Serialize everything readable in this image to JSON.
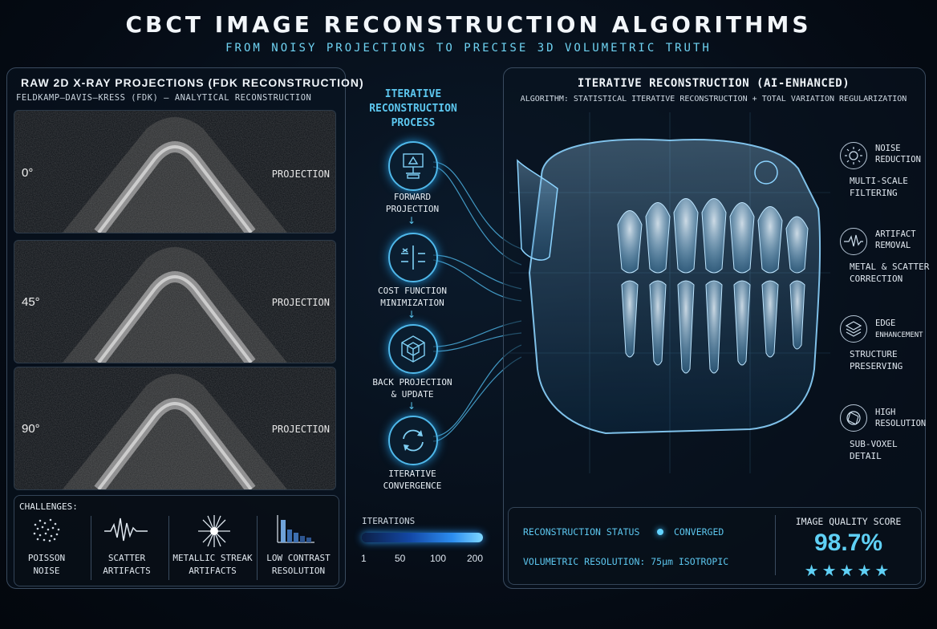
{
  "header": {
    "title": "CBCT IMAGE RECONSTRUCTION ALGORITHMS",
    "subtitle": "FROM NOISY PROJECTIONS TO PRECISE 3D VOLUMETRIC TRUTH"
  },
  "left": {
    "title": "RAW 2D X-RAY PROJECTIONS (FDK RECONSTRUCTION)",
    "subtitle": "FELDKAMP–DAVIS–KRESS (FDK) – ANALYTICAL RECONSTRUCTION",
    "projections": [
      {
        "angle": "0°",
        "label": "PROJECTION"
      },
      {
        "angle": "45°",
        "label": "PROJECTION"
      },
      {
        "angle": "90°",
        "label": "PROJECTION"
      }
    ],
    "challenges_label": "CHALLENGES:",
    "challenges": [
      {
        "line1": "POISSON",
        "line2": "NOISE",
        "icon": "noise-dots-icon"
      },
      {
        "line1": "SCATTER",
        "line2": "ARTIFACTS",
        "icon": "waveform-icon"
      },
      {
        "line1": "METALLIC STREAK",
        "line2": "ARTIFACTS",
        "icon": "starburst-icon"
      },
      {
        "line1": "LOW CONTRAST",
        "line2": "RESOLUTION",
        "icon": "bar-chart-icon"
      }
    ]
  },
  "middle": {
    "title_line1": "ITERATIVE",
    "title_line2": "RECONSTRUCTION",
    "title_line3": "PROCESS",
    "steps": [
      {
        "line1": "FORWARD",
        "line2": "PROJECTION",
        "icon": "projection-icon"
      },
      {
        "line1": "COST FUNCTION",
        "line2": "MINIMIZATION",
        "icon": "cost-function-icon"
      },
      {
        "line1": "BACK PROJECTION",
        "line2": "& UPDATE",
        "icon": "cube-icon"
      },
      {
        "line1": "ITERATIVE",
        "line2": "CONVERGENCE",
        "icon": "cycle-icon"
      }
    ],
    "arrow": "↓",
    "iterations_label": "ITERATIONS",
    "iteration_ticks": [
      "1",
      "50",
      "100",
      "200"
    ]
  },
  "right": {
    "title": "ITERATIVE RECONSTRUCTION (AI-ENHANCED)",
    "subtitle": "ALGORITHM: STATISTICAL ITERATIVE RECONSTRUCTION + TOTAL VARIATION REGULARIZATION",
    "features": [
      {
        "title1": "NOISE",
        "title2": "REDUCTION",
        "desc1": "MULTI-SCALE",
        "desc2": "FILTERING",
        "icon": "sun-icon"
      },
      {
        "title1": "ARTIFACT",
        "title2": "REMOVAL",
        "desc1": "METAL & SCATTER",
        "desc2": "CORRECTION",
        "icon": "pulse-icon"
      },
      {
        "title1": "EDGE",
        "title2": "ENHANCEMENT",
        "desc1": "STRUCTURE",
        "desc2": "PRESERVING",
        "icon": "layers-icon"
      },
      {
        "title1": "HIGH",
        "title2": "RESOLUTION",
        "desc1": "SUB-VOXEL",
        "desc2": "DETAIL",
        "icon": "aperture-icon"
      }
    ],
    "status_label": "RECONSTRUCTION STATUS",
    "status_value": "CONVERGED",
    "volumetric_resolution": "VOLUMETRIC RESOLUTION: 75µm ISOTROPIC",
    "image_quality_label": "IMAGE QUALITY SCORE",
    "image_quality_value": "98.7%",
    "stars": "★★★★★",
    "accent": "#5fd0f5"
  }
}
